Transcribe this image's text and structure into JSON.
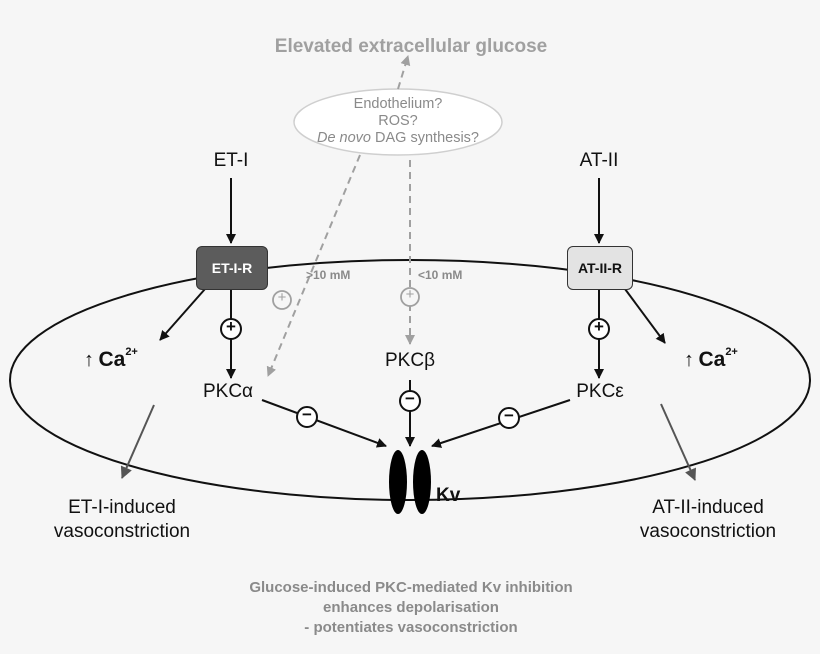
{
  "title": "Elevated extracellular glucose",
  "mechanisms": {
    "line1": "Endothelium?",
    "line2": "ROS?",
    "line3_italic": "De novo",
    "line3_rest": " DAG synthesis?"
  },
  "agonists": {
    "left": "ET-I",
    "right": "AT-II"
  },
  "receptors": {
    "left": "ET-I-R",
    "right": "AT-II-R"
  },
  "thresholds": {
    "alpha": ">10 mM",
    "beta": "<10 mM"
  },
  "kinases": {
    "alpha": "PKCα",
    "beta": "PKCβ",
    "epsilon": "PKCε"
  },
  "calcium": {
    "arrow": "↑",
    "label": "Ca",
    "charge": "2+"
  },
  "channel": {
    "label": "Kv"
  },
  "outcomes": {
    "left_line1": "ET-I-induced",
    "left_line2": "vasoconstriction",
    "right_line1": "AT-II-induced",
    "right_line2": "vasoconstriction"
  },
  "signs": {
    "plus": "+",
    "minus": "−"
  },
  "footer": {
    "line1": "Glucose-induced PKC-mediated Kv inhibition",
    "line2": "enhances depolarisation",
    "line3": "- potentiates vasoconstriction"
  },
  "colors": {
    "background": "#f6f6f6",
    "gray": "#a0a0a0",
    "black": "#111111",
    "et_receptor_fill": "#5c5c5c",
    "at_receptor_fill": "#e3e3e3"
  }
}
